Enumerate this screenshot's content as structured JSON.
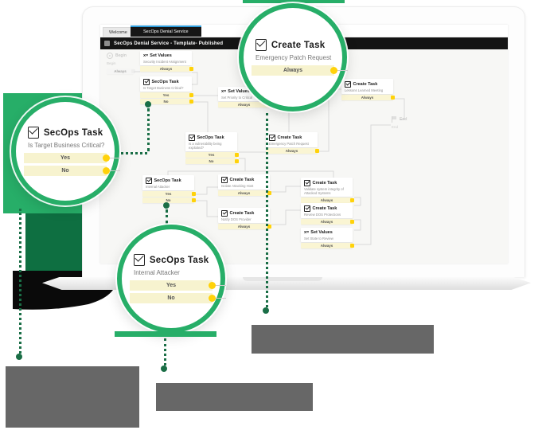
{
  "colors": {
    "accent_green": "#27ae68",
    "dark_green": "#0e6f41",
    "dotted_green": "#1a6e46",
    "connector_yellow": "#ffd20a",
    "branch_bar_yellow": "#faf5d3",
    "tab_accent_blue": "#2d9cdb",
    "header_black": "#141414",
    "caption_gray": "#676767"
  },
  "app": {
    "tabs": [
      "Welcome",
      "SecOps Denial Service"
    ],
    "header_title": "SecOps Denial Service - Template- Published",
    "set_values_prefix": "x=",
    "begin": {
      "title": "Begin",
      "label": "Begin",
      "connector": "Always"
    },
    "end": {
      "title": "End",
      "label": "End"
    },
    "nodes": {
      "n1": {
        "title": "Set Values",
        "subtitle": "Security Incident Assignment",
        "branches": [
          "Always"
        ]
      },
      "n2": {
        "title": "SecOps Task",
        "subtitle": "Is Target Business Critical?",
        "branches": [
          "Yes",
          "No"
        ]
      },
      "n3": {
        "title": "Set Values",
        "subtitle": "Set Priority to Critical",
        "branches": [
          "Always"
        ]
      },
      "n4": {
        "title": "SecOps Task",
        "subtitle": "Is a vulnerability being exploited?",
        "branches": [
          "Yes",
          "No"
        ]
      },
      "n5": {
        "title": "Create Task",
        "subtitle": "Emergency Patch Request",
        "branches": [
          "Always"
        ]
      },
      "n6": {
        "title": "Create Task",
        "subtitle": "Lessons Learned Meeting",
        "branches": [
          "Always"
        ]
      },
      "n7": {
        "title": "SecOps Task",
        "subtitle": "Internal Attacker",
        "branches": [
          "Yes",
          "No"
        ]
      },
      "n8": {
        "title": "Create Task",
        "subtitle": "Isolate Attacking Host",
        "branches": [
          "Always"
        ]
      },
      "n9": {
        "title": "Create Task",
        "subtitle": "Notify DOS Provider",
        "branches": [
          "Always"
        ]
      },
      "n10": {
        "title": "Create Task",
        "subtitle": "Validate system integrity of Attacked Systems",
        "branches": [
          "Always"
        ]
      },
      "n11": {
        "title": "Create Task",
        "subtitle": "Review DOS Protections",
        "branches": [
          "Always"
        ]
      },
      "n12": {
        "title": "Set Values",
        "subtitle": "Set State to Review",
        "branches": [
          "Always"
        ]
      }
    }
  },
  "callouts": {
    "top": {
      "title": "Create Task",
      "subtitle": "Emergency Patch Request",
      "branches": [
        "Always"
      ]
    },
    "left": {
      "title": "SecOps Task",
      "subtitle": "Is Target Business Critical?",
      "branches": [
        "Yes",
        "No"
      ]
    },
    "bottom": {
      "title": "SecOps Task",
      "subtitle": "Internal Attacker",
      "branches": [
        "Yes",
        "No"
      ]
    }
  }
}
